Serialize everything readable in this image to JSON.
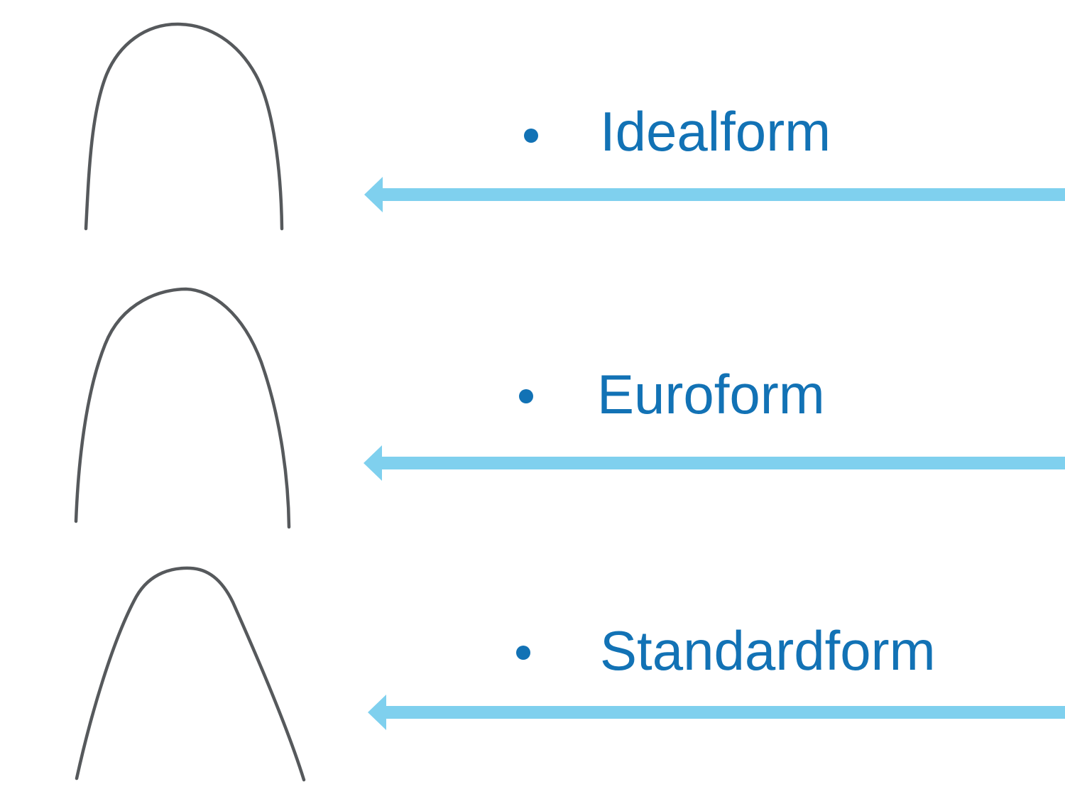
{
  "slide": {
    "items": [
      {
        "label": "Idealform",
        "archwire_icon": "idealform-archwire",
        "arrow_icon": "left-arrow-icon"
      },
      {
        "label": "Euroform",
        "archwire_icon": "euroform-archwire",
        "arrow_icon": "left-arrow-icon"
      },
      {
        "label": "Standardform",
        "archwire_icon": "standardform-archwire",
        "arrow_icon": "left-arrow-icon"
      }
    ]
  },
  "colors": {
    "accent-blue": "#1272B5",
    "arrow-blue": "#7FD0EE",
    "wire-gray": "#56595C",
    "background": "#FFFFFF"
  }
}
